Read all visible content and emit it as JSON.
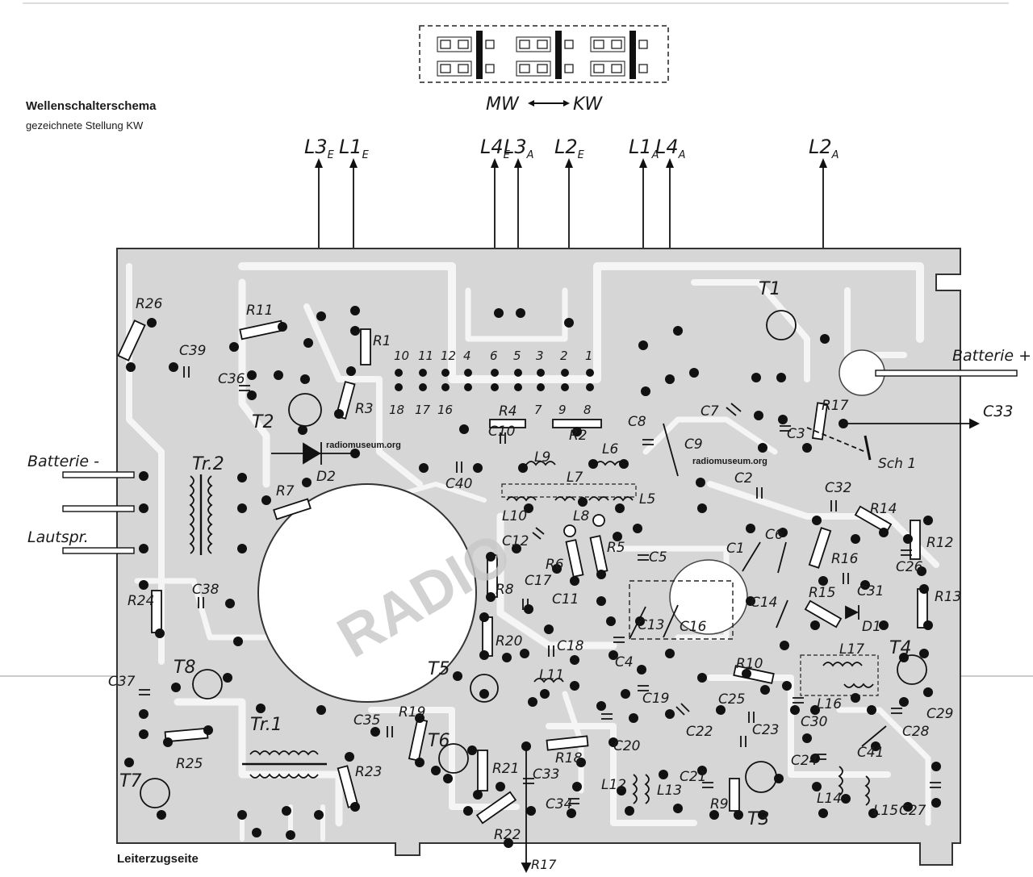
{
  "header": {
    "title": "Wellenschalterschema",
    "subtitle": "gezeichnete Stellung KW"
  },
  "switch_legend": {
    "mw": "MW",
    "kw": "KW"
  },
  "footer": {
    "side_label": "Leiterzugseite",
    "bottom_lead": "R17"
  },
  "watermarks": [
    "radiomuseum.org",
    "radiomuseum.org"
  ],
  "stamp": "RADIO",
  "coil_leads": [
    {
      "base": "L3",
      "sub": "E"
    },
    {
      "base": "L1",
      "sub": "E"
    },
    {
      "base": "L4",
      "sub": "E"
    },
    {
      "base": "L3",
      "sub": "A"
    },
    {
      "base": "L2",
      "sub": "E"
    },
    {
      "base": "L1",
      "sub": "A"
    },
    {
      "base": "L4",
      "sub": "A"
    },
    {
      "base": "L2",
      "sub": "A"
    }
  ],
  "edge_labels": {
    "battery_minus": "Batterie -",
    "battery_plus": "Batterie +",
    "speaker": "Lautspr.",
    "c33_out": "C33"
  },
  "contact_numbers_top": [
    "10",
    "11",
    "12",
    "4",
    "6",
    "5",
    "3",
    "2",
    "1"
  ],
  "contact_numbers_bottom": [
    "18",
    "17",
    "16",
    "7",
    "9",
    "8"
  ],
  "components": [
    "R26",
    "R11",
    "R1",
    "R3",
    "C39",
    "C36",
    "T2",
    "D2",
    "R7",
    "Tr.2",
    "T1",
    "C7",
    "R17",
    "C3",
    "C2",
    "Sch 1",
    "C32",
    "R14",
    "C26",
    "R12",
    "R16",
    "C31",
    "R15",
    "D1",
    "R13",
    "C1",
    "C6",
    "C14",
    "R4",
    "C10",
    "R2",
    "C8",
    "C9",
    "C40",
    "L9",
    "L6",
    "L7",
    "L5",
    "L8",
    "L10",
    "C12",
    "R6",
    "R5",
    "C5",
    "C17",
    "C11",
    "R8",
    "C13",
    "C16",
    "R24",
    "C38",
    "T8",
    "C37",
    "T7",
    "R25",
    "Tr.1",
    "R23",
    "C35",
    "R19",
    "T6",
    "R21",
    "C33",
    "R22",
    "R18",
    "C34",
    "R20",
    "C18",
    "L11",
    "T5",
    "C4",
    "C19",
    "C20",
    "C22",
    "L12",
    "L13",
    "C21",
    "R9",
    "T3",
    "C23",
    "C24",
    "L14",
    "R10",
    "C25",
    "C30",
    "L17",
    "L16",
    "T4",
    "C29",
    "C28",
    "C41",
    "L15",
    "C27"
  ]
}
